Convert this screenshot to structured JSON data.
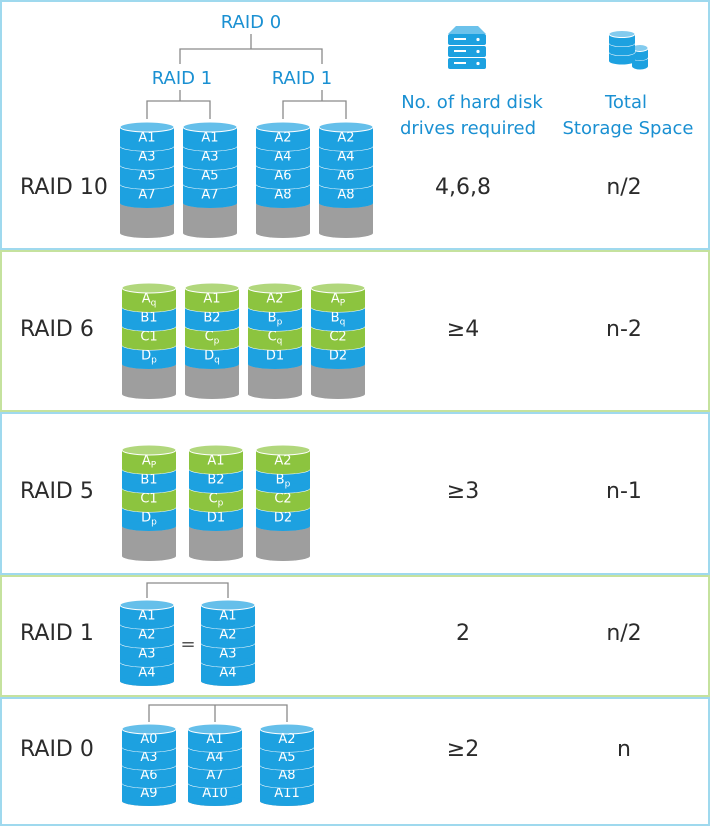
{
  "header": {
    "drives_label_line1": "No. of hard disk",
    "drives_label_line2": "drives required",
    "space_label_line1": "Total",
    "space_label_line2": "Storage Space",
    "drives_icon": "server-rack-icon",
    "space_icon": "database-stack-icon"
  },
  "colors": {
    "blue": "#1da1e0",
    "green": "#8cc43f",
    "gray": "#9e9e9e",
    "label_blue": "#1a90d2",
    "border_blue": "#9fd9ee",
    "border_green": "#c5e29e",
    "connector": "#8a8a8a",
    "text": "#2b2b2b"
  },
  "rows": [
    {
      "id": "raid10",
      "name": "RAID 10",
      "drives": "4,6,8",
      "space": "n/2",
      "tree": {
        "root": "RAID 0",
        "children": [
          "RAID 1",
          "RAID 1"
        ]
      },
      "disks": [
        {
          "color": "blue",
          "segments": [
            "A1",
            "A3",
            "A5",
            "A7"
          ]
        },
        {
          "color": "blue",
          "segments": [
            "A1",
            "A3",
            "A5",
            "A7"
          ]
        },
        {
          "color": "blue",
          "segments": [
            "A2",
            "A4",
            "A6",
            "A8"
          ]
        },
        {
          "color": "blue",
          "segments": [
            "A2",
            "A4",
            "A6",
            "A8"
          ]
        }
      ]
    },
    {
      "id": "raid6",
      "name": "RAID 6",
      "drives": "≥4",
      "space": "n-2",
      "disks": [
        {
          "segments": [
            [
              "green",
              "A",
              "q"
            ],
            [
              "blue",
              "B1",
              ""
            ],
            [
              "green",
              "C1",
              ""
            ],
            [
              "blue",
              "D",
              "p"
            ]
          ]
        },
        {
          "segments": [
            [
              "green",
              "A1",
              ""
            ],
            [
              "blue",
              "B2",
              ""
            ],
            [
              "green",
              "C",
              "p"
            ],
            [
              "blue",
              "D",
              "q"
            ]
          ]
        },
        {
          "segments": [
            [
              "green",
              "A2",
              ""
            ],
            [
              "blue",
              "B",
              "p"
            ],
            [
              "green",
              "C",
              "q"
            ],
            [
              "blue",
              "D1",
              ""
            ]
          ]
        },
        {
          "segments": [
            [
              "green",
              "A",
              "P"
            ],
            [
              "blue",
              "B",
              "q"
            ],
            [
              "green",
              "C2",
              ""
            ],
            [
              "blue",
              "D2",
              ""
            ]
          ]
        }
      ]
    },
    {
      "id": "raid5",
      "name": "RAID 5",
      "drives": "≥3",
      "space": "n-1",
      "disks": [
        {
          "segments": [
            [
              "green",
              "A",
              "P"
            ],
            [
              "blue",
              "B1",
              ""
            ],
            [
              "green",
              "C1",
              ""
            ],
            [
              "blue",
              "D",
              "p"
            ]
          ]
        },
        {
          "segments": [
            [
              "green",
              "A1",
              ""
            ],
            [
              "blue",
              "B2",
              ""
            ],
            [
              "green",
              "C",
              "p"
            ],
            [
              "blue",
              "D1",
              ""
            ]
          ]
        },
        {
          "segments": [
            [
              "green",
              "A2",
              ""
            ],
            [
              "blue",
              "B",
              "p"
            ],
            [
              "green",
              "C2",
              ""
            ],
            [
              "blue",
              "D2",
              ""
            ]
          ]
        }
      ]
    },
    {
      "id": "raid1",
      "name": "RAID 1",
      "drives": "2",
      "space": "n/2",
      "equals": "=",
      "disks": [
        {
          "segments": [
            "A1",
            "A2",
            "A3",
            "A4"
          ]
        },
        {
          "segments": [
            "A1",
            "A2",
            "A3",
            "A4"
          ]
        }
      ]
    },
    {
      "id": "raid0",
      "name": "RAID 0",
      "drives": "≥2",
      "space": "n",
      "disks": [
        {
          "segments": [
            "A0",
            "A3",
            "A6",
            "A9"
          ]
        },
        {
          "segments": [
            "A1",
            "A4",
            "A7",
            "A10"
          ]
        },
        {
          "segments": [
            "A2",
            "A5",
            "A8",
            "A11"
          ]
        }
      ]
    }
  ]
}
